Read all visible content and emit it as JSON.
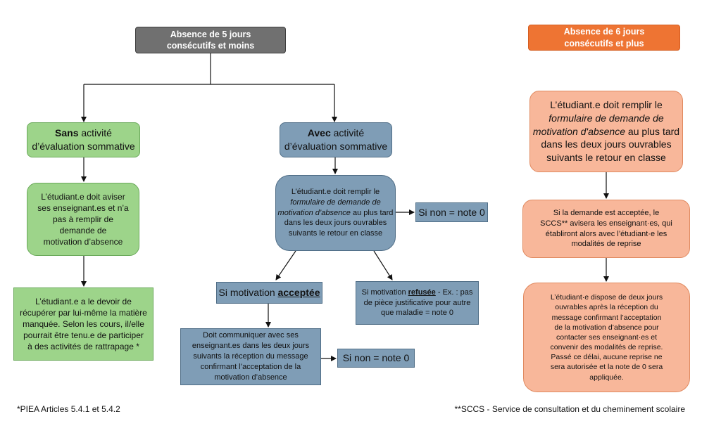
{
  "header_left": {
    "line1": "Absence de 5 jours",
    "line2": "consécutifs et moins"
  },
  "header_right": {
    "line1": "Absence de 6 jours",
    "line2": "consécutifs et plus"
  },
  "sans": {
    "bold": "Sans",
    "rest": " activité",
    "line2": "d’évaluation sommative"
  },
  "avec": {
    "bold": "Avec",
    "rest": " activité",
    "line2": "d’évaluation sommative"
  },
  "green_notify": {
    "lines": [
      "L’étudiant.e doit aviser",
      "ses enseignant.es et n’a",
      "pas à remplir de",
      "demande de",
      "motivation d’absence"
    ]
  },
  "green_duty": {
    "lines": [
      "L’étudiant.e a le devoir de",
      "récupérer par lui-même la matière",
      "manquée. Selon les cours, il/elle",
      "pourrait être tenu.e de participer",
      "à des activités de rattrapage *"
    ]
  },
  "blue_form": {
    "l1": "L’étudiant.e doit remplir le",
    "l2": "formulaire de demande de",
    "l3_italic": "motivation d’absence",
    "l3_rest": " au plus tard",
    "l4": "dans les deux jours ouvrables",
    "l5": "suivants le retour en classe"
  },
  "si_non_1": "Si non = note 0",
  "accepted": {
    "prefix": "Si motivation ",
    "word": "acceptée"
  },
  "refused": {
    "prefix": "Si motivation ",
    "word": "refusée",
    "rest": " - Ex. : pas",
    "l2": "de pièce justificative pour autre",
    "l3": "que maladie = note 0"
  },
  "communicate": {
    "lines": [
      "Doit communiquer avec ses",
      "enseignant.es dans les deux jours",
      "suivants la réception du message",
      "confirmant l’acceptation de la",
      "motivation d’absence"
    ]
  },
  "si_non_2": "Si non = note 0",
  "orange_form": {
    "l1": "L’étudiant.e doit remplir le",
    "l2": "formulaire de demande de",
    "l3_italic": "motivation d'absence",
    "l3_rest": " au plus tard",
    "l4": "dans les deux jours ouvrables",
    "l5": "suivants le retour en classe"
  },
  "orange_accept": {
    "lines": [
      "Si la demande est acceptée, le",
      "SCCS** avisera les enseignant·es, qui",
      "établiront alors avec l’étudiant·e les",
      "modalités de reprise"
    ]
  },
  "orange_delay": {
    "lines": [
      "L’étudiant·e dispose de deux jours",
      "ouvrables après la réception du",
      "message confirmant l’acceptation",
      "de la motivation d’absence pour",
      "contacter ses enseignant·es et",
      "convenir des modalités de reprise.",
      "Passé ce délai, aucune reprise ne",
      "sera autorisée et la note de 0 sera",
      "appliquée."
    ]
  },
  "footnote_left": "*PIEA Articles 5.4.1 et 5.4.2",
  "footnote_right": "**SCCS - Service de consultation et du cheminement scolaire",
  "colors": {
    "gray_header": "#707070",
    "orange_header": "#ee7433",
    "green": "#9dd48a",
    "blue": "#7f9db6",
    "salmon": "#f8b79a"
  }
}
